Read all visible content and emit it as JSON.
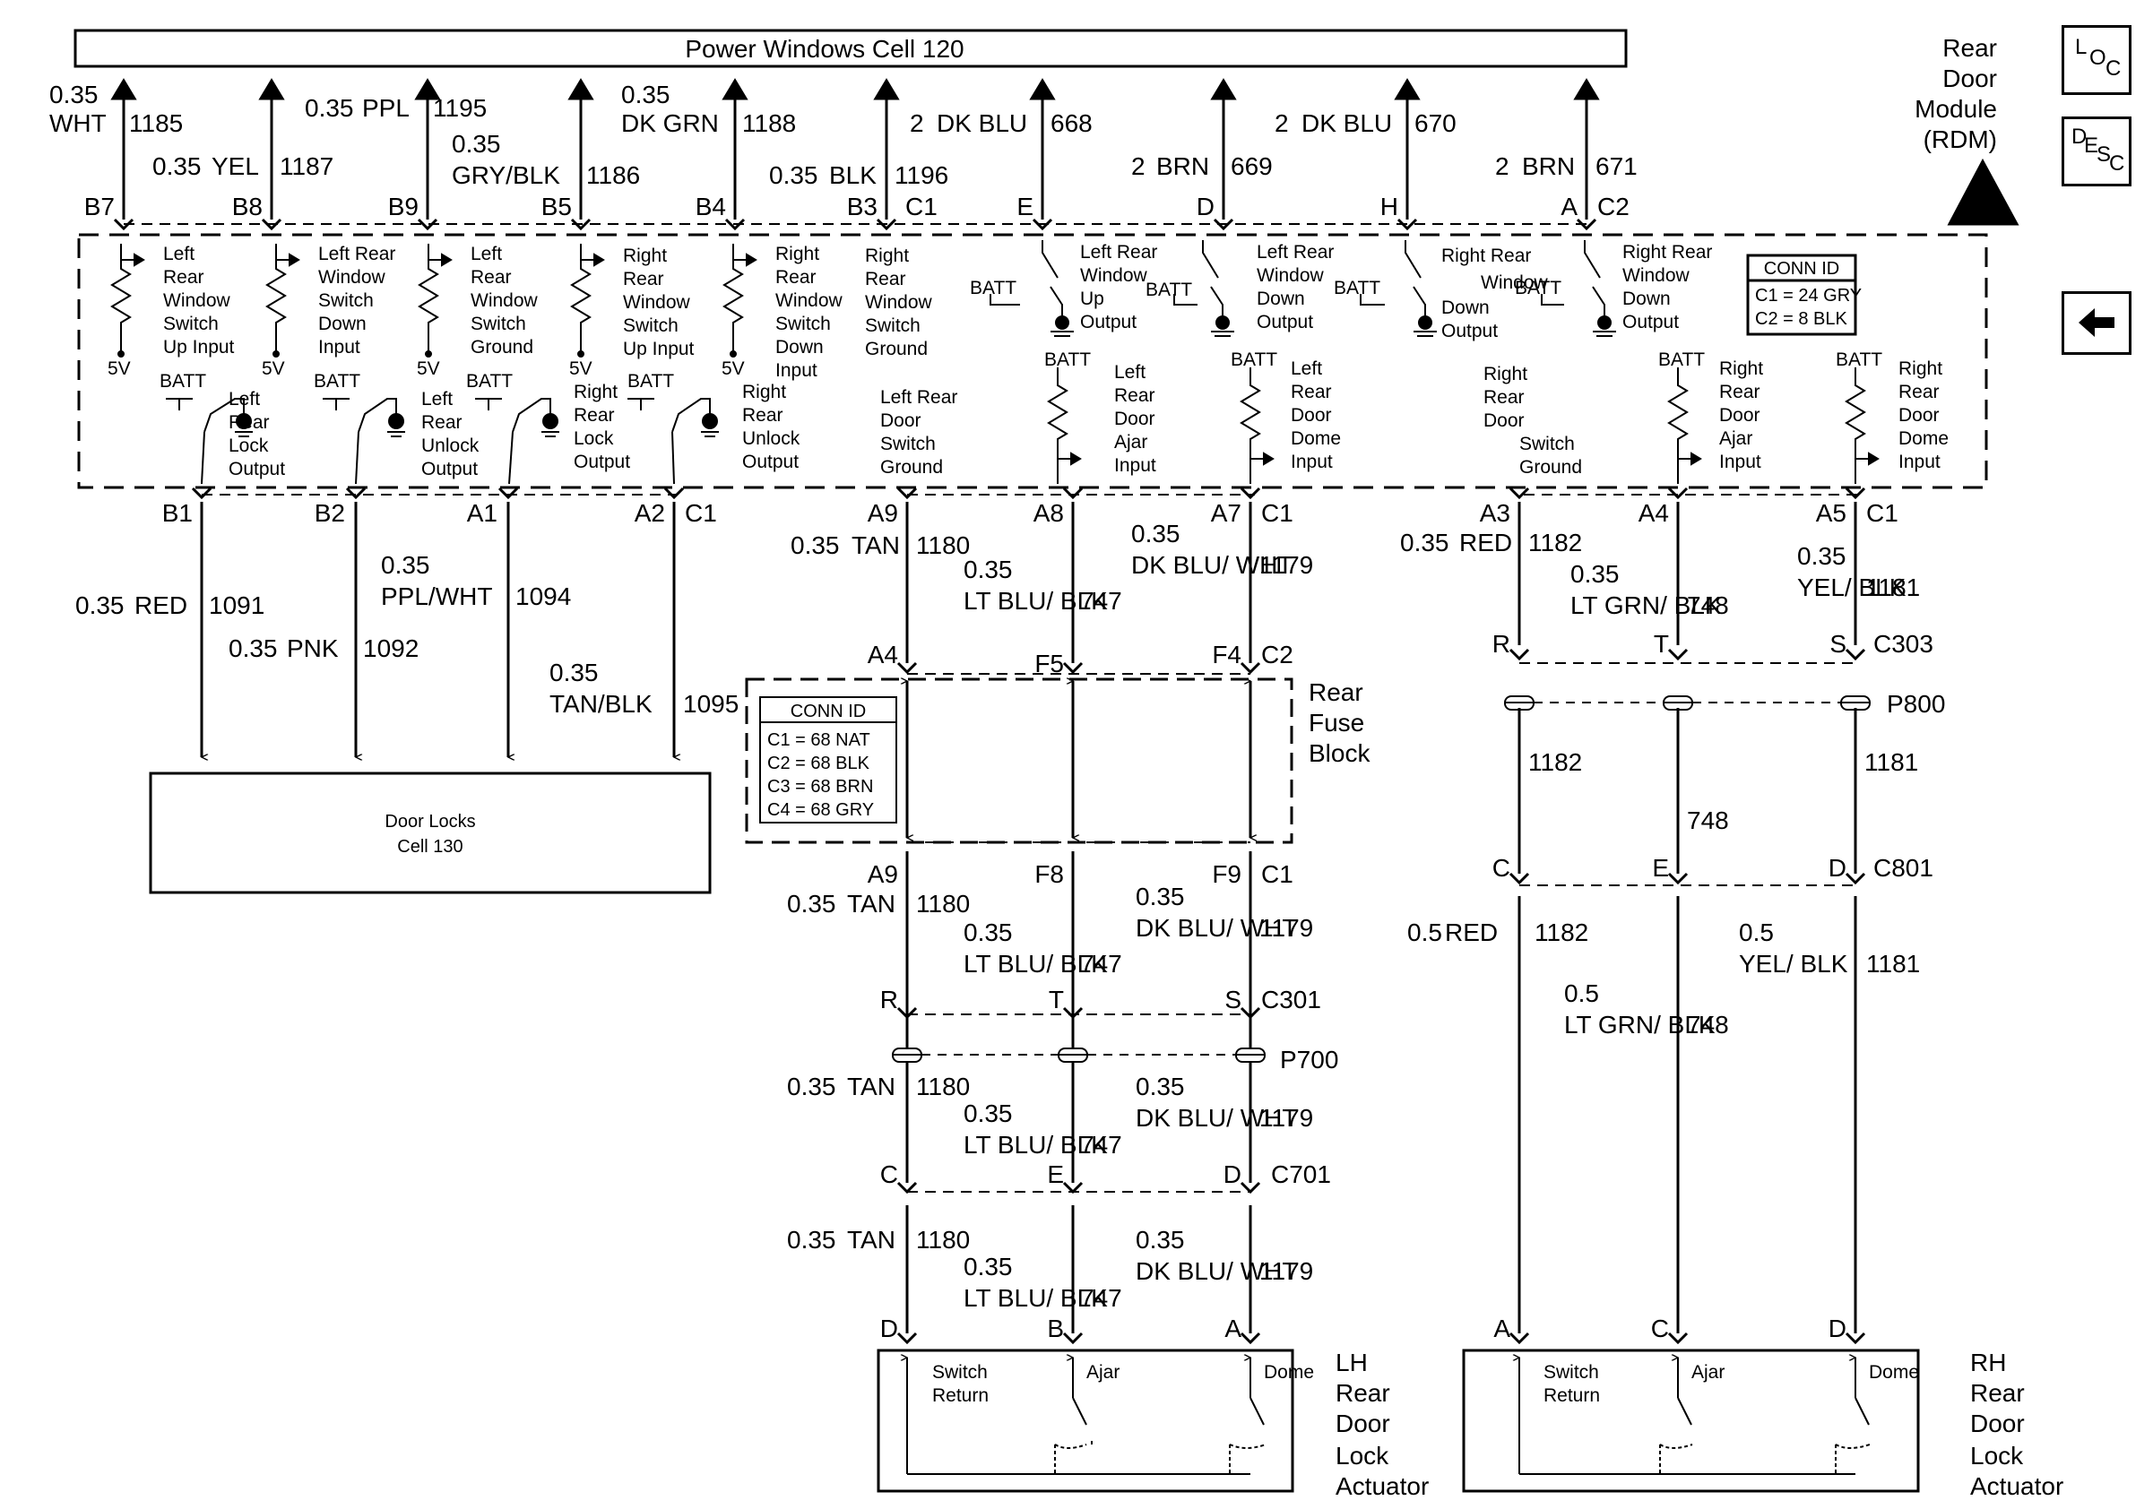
{
  "header_cell": "Power Windows Cell 120",
  "module_title": [
    "Rear",
    "Door",
    "Module",
    "(RDM)"
  ],
  "conn_id_rdm": [
    "CONN ID",
    "C1 = 24 GRY",
    "C2 = 8 BLK"
  ],
  "conn_id_fuse": [
    "CONN ID",
    "C1 = 68 NAT",
    "C2 = 68 BLK",
    "C3 = 68 BRN",
    "C4 = 68 GRY"
  ],
  "door_locks_cell": [
    "Door Locks",
    "Cell 130"
  ],
  "rear_fuse_block": [
    "Rear",
    "Fuse",
    "Block"
  ],
  "lh_actuator": [
    "LH",
    "Rear",
    "Door",
    "Lock",
    "Actuator"
  ],
  "rh_actuator": [
    "RH",
    "Rear",
    "Door",
    "Lock",
    "Actuator"
  ],
  "actuator_contacts": [
    "Switch",
    "Return",
    "Ajar",
    "Dome"
  ],
  "icons": {
    "loc": [
      "L",
      "O",
      "C"
    ],
    "desc": [
      "D",
      "E",
      "S",
      "C"
    ],
    "back": "back-arrow-icon"
  },
  "top_wires": [
    {
      "size": "0.35",
      "color": "WHT",
      "circuit": "1185",
      "pin": "B7"
    },
    {
      "size": "0.35",
      "color": "YEL",
      "circuit": "1187",
      "pin": "B8"
    },
    {
      "size": "0.35",
      "color": "PPL",
      "circuit": "1195",
      "pin": "B9"
    },
    {
      "size": "0.35",
      "color": "GRY/BLK",
      "circuit": "1186",
      "pin": "B5"
    },
    {
      "size": "0.35",
      "color": "DK GRN",
      "circuit": "1188",
      "pin": "B4"
    },
    {
      "size": "0.35",
      "color": "BLK",
      "circuit": "1196",
      "pin": "B3",
      "conn": "C1"
    },
    {
      "size": "2",
      "color": "DK BLU",
      "circuit": "668",
      "pin": "E"
    },
    {
      "size": "2",
      "color": "BRN",
      "circuit": "669",
      "pin": "D"
    },
    {
      "size": "2",
      "color": "DK BLU",
      "circuit": "670",
      "pin": "H"
    },
    {
      "size": "2",
      "color": "BRN",
      "circuit": "671",
      "pin": "A",
      "conn": "C2"
    }
  ],
  "module_functions": {
    "inputs": [
      "Left Rear Window Switch Up Input",
      "Left Rear Window Switch Down Input",
      "Left Rear Window Switch Ground",
      "Right Rear Window Switch Up Input",
      "Right Rear Window Switch Down Input",
      "Right Rear Window Switch Ground"
    ],
    "outputs": [
      "Left Rear Window Up Output",
      "Left Rear Window Down Output",
      "Right Rear Window Down Output",
      "Right Rear Window Down Output"
    ],
    "locks": [
      "Left Rear Lock Output",
      "Left Rear Unlock Output",
      "Right Rear Lock Output",
      "Right Rear Unlock Output"
    ],
    "door": [
      "Left Rear Door Switch Ground",
      "Left Rear Door Ajar Input",
      "Left Rear Door Dome Input",
      "Right Rear Door Switch Ground",
      "Right Rear Door Ajar Input",
      "Right Rear Door Dome Input"
    ],
    "batt": "BATT",
    "five_v": "5V"
  },
  "bottom_lock_wires": [
    {
      "pin": "B1",
      "size": "0.35",
      "color": "RED",
      "circuit": "1091"
    },
    {
      "pin": "B2",
      "size": "0.35",
      "color": "PNK",
      "circuit": "1092"
    },
    {
      "pin": "A1",
      "size": "0.35",
      "color": "PPL/WHT",
      "circuit": "1094"
    },
    {
      "pin": "A2",
      "conn": "C1",
      "size": "0.35",
      "color": "TAN/BLK",
      "circuit": "1095"
    }
  ],
  "lh_circuits": [
    {
      "rdm_pin": "A9",
      "size": "0.35",
      "color": "TAN",
      "circuit": "1180",
      "fuse_in": "A4",
      "fuse_out": "A9",
      "c301": "R",
      "c701": "C",
      "actuator": "D"
    },
    {
      "rdm_pin": "A8",
      "size": "0.35",
      "color": "LT BLU/ BLK",
      "circuit": "747",
      "fuse_in": "F5",
      "fuse_out": "F8",
      "c301": "T",
      "c701": "E",
      "actuator": "B"
    },
    {
      "rdm_pin": "A7",
      "conn": "C1",
      "size": "0.35",
      "color": "DK BLU/ WHT",
      "circuit": "1179",
      "fuse_in": "F4",
      "fuse_in_conn": "C2",
      "fuse_out": "F9",
      "fuse_out_conn": "C1",
      "c301": "S",
      "c701": "D",
      "actuator": "A"
    }
  ],
  "rh_circuits": [
    {
      "rdm_pin": "A3",
      "size": "0.35",
      "color": "RED",
      "circuit": "1182",
      "c303": "R",
      "c801": "C",
      "size2": "0.5",
      "actuator": "A"
    },
    {
      "rdm_pin": "A4",
      "size": "0.35",
      "color": "LT GRN/ BLK",
      "circuit": "748",
      "c303": "T",
      "c801": "E",
      "size2": "0.5",
      "actuator": "C"
    },
    {
      "rdm_pin": "A5",
      "conn": "C1",
      "size": "0.35",
      "color": "YEL/ BLK",
      "circuit": "1181",
      "c303": "S",
      "c801": "D",
      "size2": "0.5",
      "color2": "YEL/ BLK",
      "actuator": "D"
    }
  ],
  "connectors": {
    "c303": "C303",
    "p800": "P800",
    "c801": "C801",
    "c301": "C301",
    "p700": "P700",
    "c701": "C701",
    "c1": "C1",
    "c2": "C2"
  }
}
